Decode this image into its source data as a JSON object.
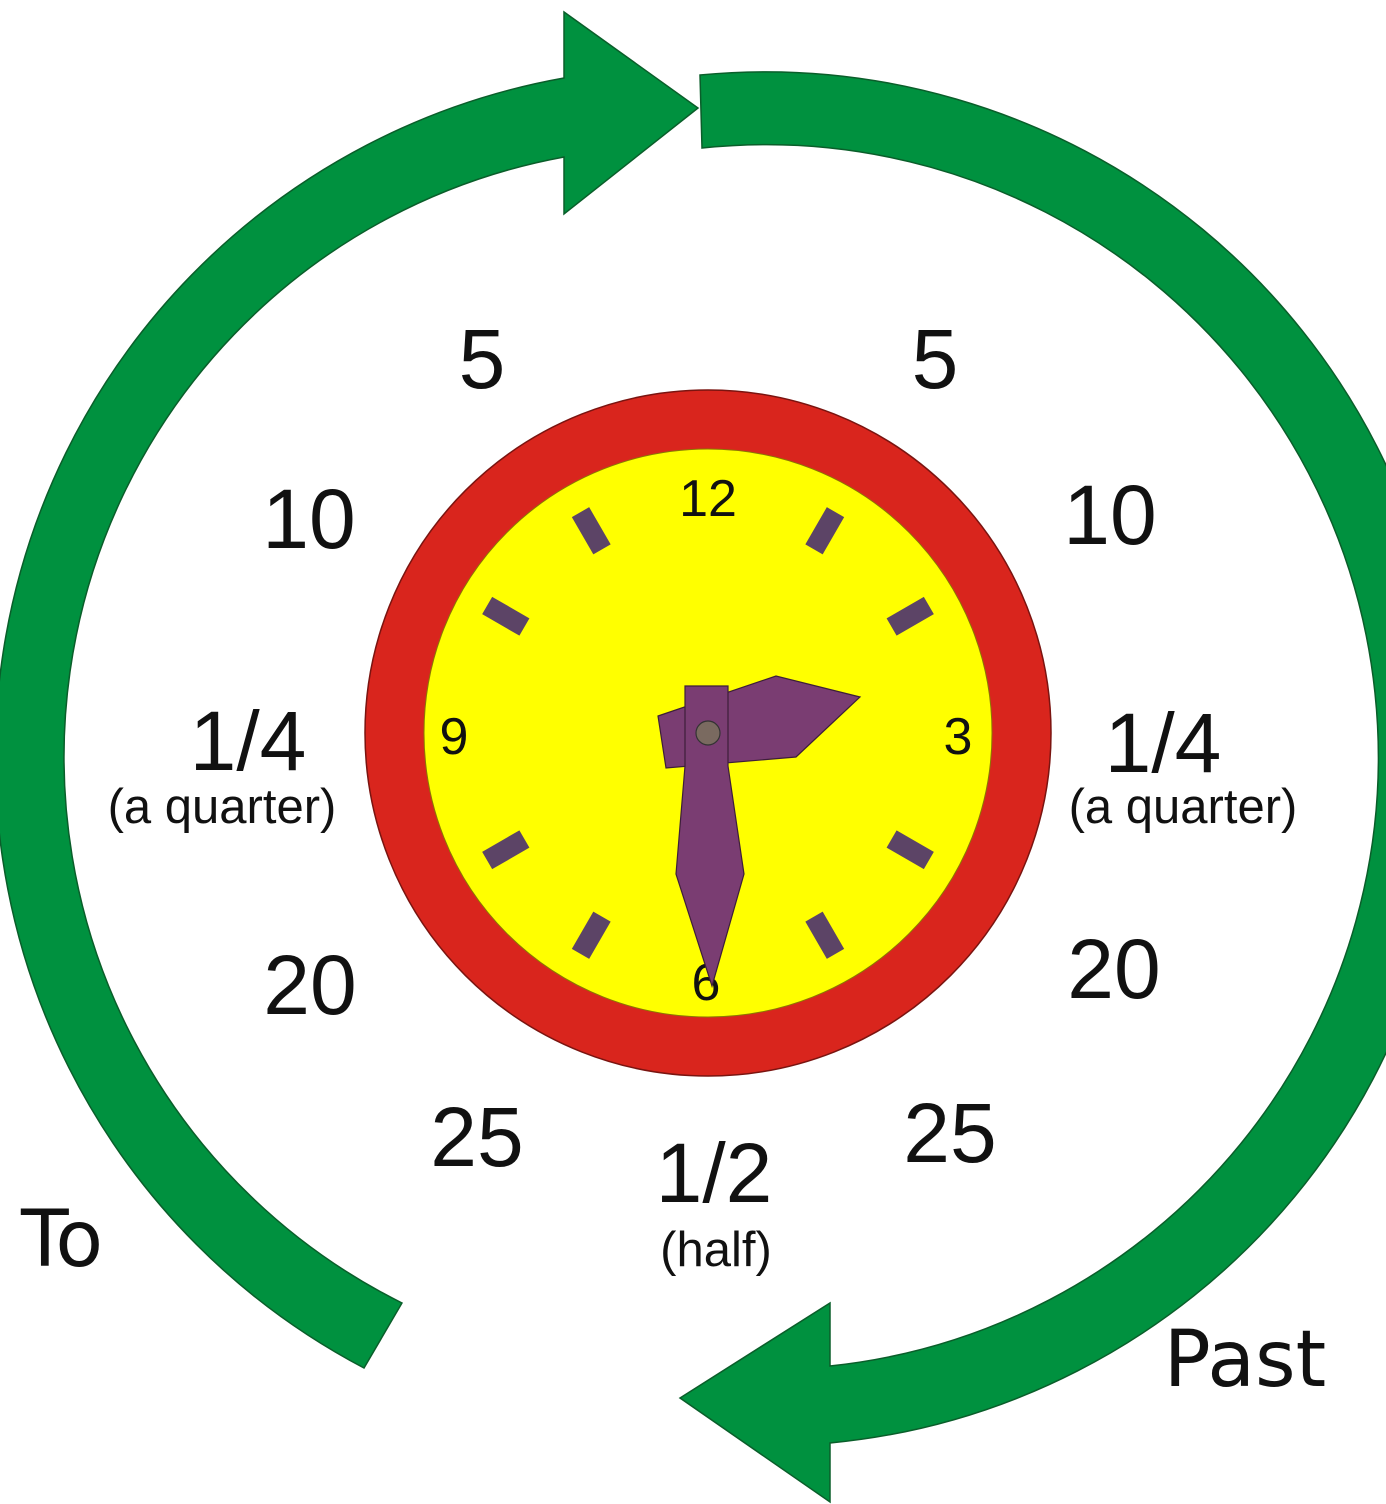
{
  "colors": {
    "arrow": "#00913f",
    "rim": "#d9251d",
    "face": "#ffff00",
    "hands": "#7a3d72",
    "tick": "#5c4466",
    "pivot": "#7a6a60"
  },
  "dial_numbers": {
    "n12": "12",
    "n3": "3",
    "n6": "6",
    "n9": "9"
  },
  "time_shown": {
    "hour_hand_points_to": "between 2 and 3",
    "minute_hand_points_to": "6"
  },
  "past_side": {
    "label": "Past",
    "five": "5",
    "ten": "10",
    "quarter": "1/4",
    "quarter_note": "(a quarter)",
    "twenty": "20",
    "twenty_five": "25"
  },
  "to_side": {
    "label": "To",
    "five": "5",
    "ten": "10",
    "quarter": "1/4",
    "quarter_note": "(a quarter)",
    "twenty": "20",
    "twenty_five": "25"
  },
  "bottom": {
    "half": "1/2",
    "half_note": "(half)"
  }
}
